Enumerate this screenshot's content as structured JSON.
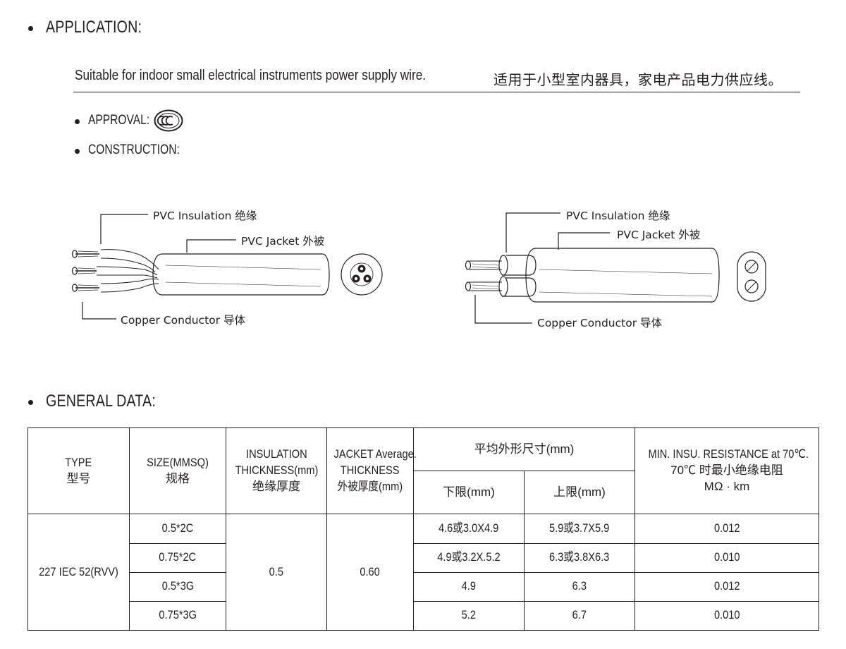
{
  "application": {
    "heading": "APPLICATION:",
    "text_en": "Suitable for indoor small electrical instruments power supply wire.",
    "text_cn": "适用于小型室内器具，家电产品电力供应线。"
  },
  "approval": {
    "label": "APPROVAL:",
    "mark_text": "CCC"
  },
  "construction": {
    "heading": "CONSTRUCTION:",
    "left_diagram": {
      "insulation": "PVC  Insulation 绝缘",
      "jacket": "PVC  Jacket 外被",
      "conductor": "Copper  Conductor 导体"
    },
    "right_diagram": {
      "insulation": "PVC  Insulation 绝缘",
      "jacket": "PVC  Jacket 外被",
      "conductor": "Copper  Conductor 导体"
    }
  },
  "general_data": {
    "heading": "GENERAL DATA:",
    "headers": {
      "type": [
        "TYPE",
        "型号"
      ],
      "size": [
        "SIZE(MMSQ)",
        "规格"
      ],
      "insulation": [
        "INSULATION",
        "THICKNESS(mm)",
        "绝缘厚度"
      ],
      "jacket": [
        "JACKET Average.",
        "THICKNESS",
        "外被厚度(mm)"
      ],
      "outer_dim": "平均外形尺寸(mm)",
      "lower": "下限(mm)",
      "upper": "上限(mm)",
      "resistance": [
        "MIN. INSU. RESISTANCE at 70℃.",
        "70℃ 时最小绝缘电阻",
        "MΩ · km"
      ]
    },
    "type_value": "227 IEC 52(RVV)",
    "insulation_value": "0.5",
    "jacket_value": "0.60",
    "rows": [
      {
        "size": "0.5*2C",
        "lower": "4.6或3.0X4.9",
        "upper": "5.9或3.7X5.9",
        "resistance": "0.012"
      },
      {
        "size": "0.75*2C",
        "lower": "4.9或3.2X.5.2",
        "upper": "6.3或3.8X6.3",
        "resistance": "0.010"
      },
      {
        "size": "0.5*3G",
        "lower": "4.9",
        "upper": "6.3",
        "resistance": "0.012"
      },
      {
        "size": "0.75*3G",
        "lower": "5.2",
        "upper": "6.7",
        "resistance": "0.010"
      }
    ]
  }
}
